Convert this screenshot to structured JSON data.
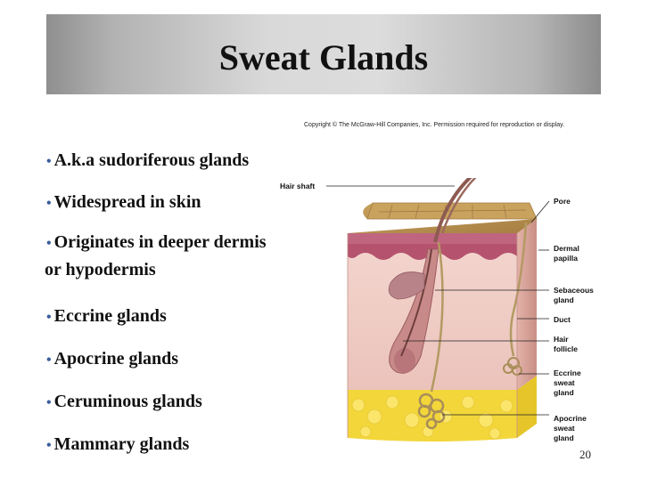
{
  "slide": {
    "title": "Sweat Glands",
    "copyright": "Copyright © The McGraw-Hill Companies, Inc. Permission required for reproduction or display.",
    "page_number": "20",
    "bullets": [
      {
        "text": "A.k.a sudoriferous glands"
      },
      {
        "text": "Widespread in skin"
      },
      {
        "text": "Originates in deeper dermis",
        "text2": "or hypodermis"
      },
      {
        "text": "Eccrine glands"
      },
      {
        "text": "Apocrine glands"
      },
      {
        "text": "Ceruminous glands"
      },
      {
        "text": "Mammary glands"
      }
    ]
  },
  "figure": {
    "labels": {
      "hair_shaft": "Hair shaft",
      "pore": "Pore",
      "dermal_papilla_1": "Dermal",
      "dermal_papilla_2": "papilla",
      "sebaceous_1": "Sebaceous",
      "sebaceous_2": "gland",
      "duct": "Duct",
      "hair_follicle_1": "Hair",
      "hair_follicle_2": "follicle",
      "eccrine_1": "Eccrine",
      "eccrine_2": "sweat",
      "eccrine_3": "gland",
      "apocrine_1": "Apocrine",
      "apocrine_2": "sweat",
      "apocrine_3": "gland"
    }
  }
}
